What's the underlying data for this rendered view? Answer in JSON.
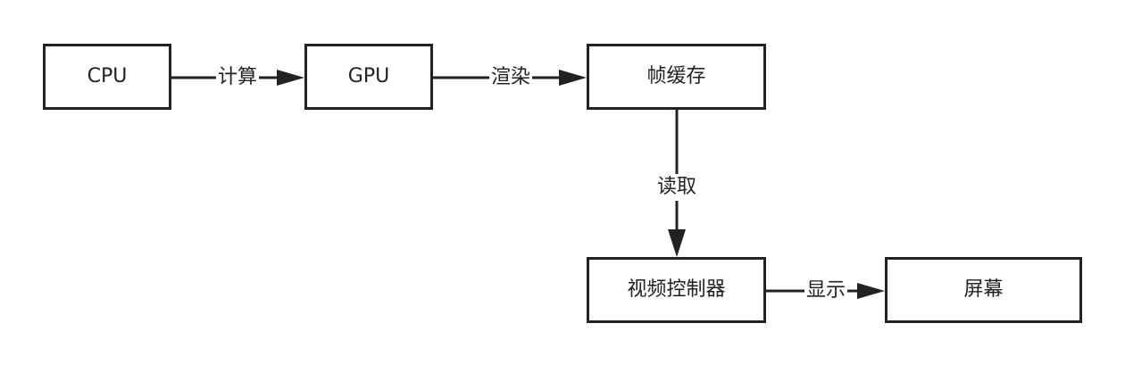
{
  "nodes": {
    "cpu": "CPU",
    "gpu": "GPU",
    "frame_buffer": "帧缓存",
    "video_controller": "视频控制器",
    "screen": "屏幕"
  },
  "edges": {
    "cpu_to_gpu": "计算",
    "gpu_to_frame_buffer": "渲染",
    "frame_buffer_to_video_controller": "读取",
    "video_controller_to_screen": "显示"
  },
  "colors": {
    "stroke": "#222222",
    "background": "#ffffff"
  }
}
